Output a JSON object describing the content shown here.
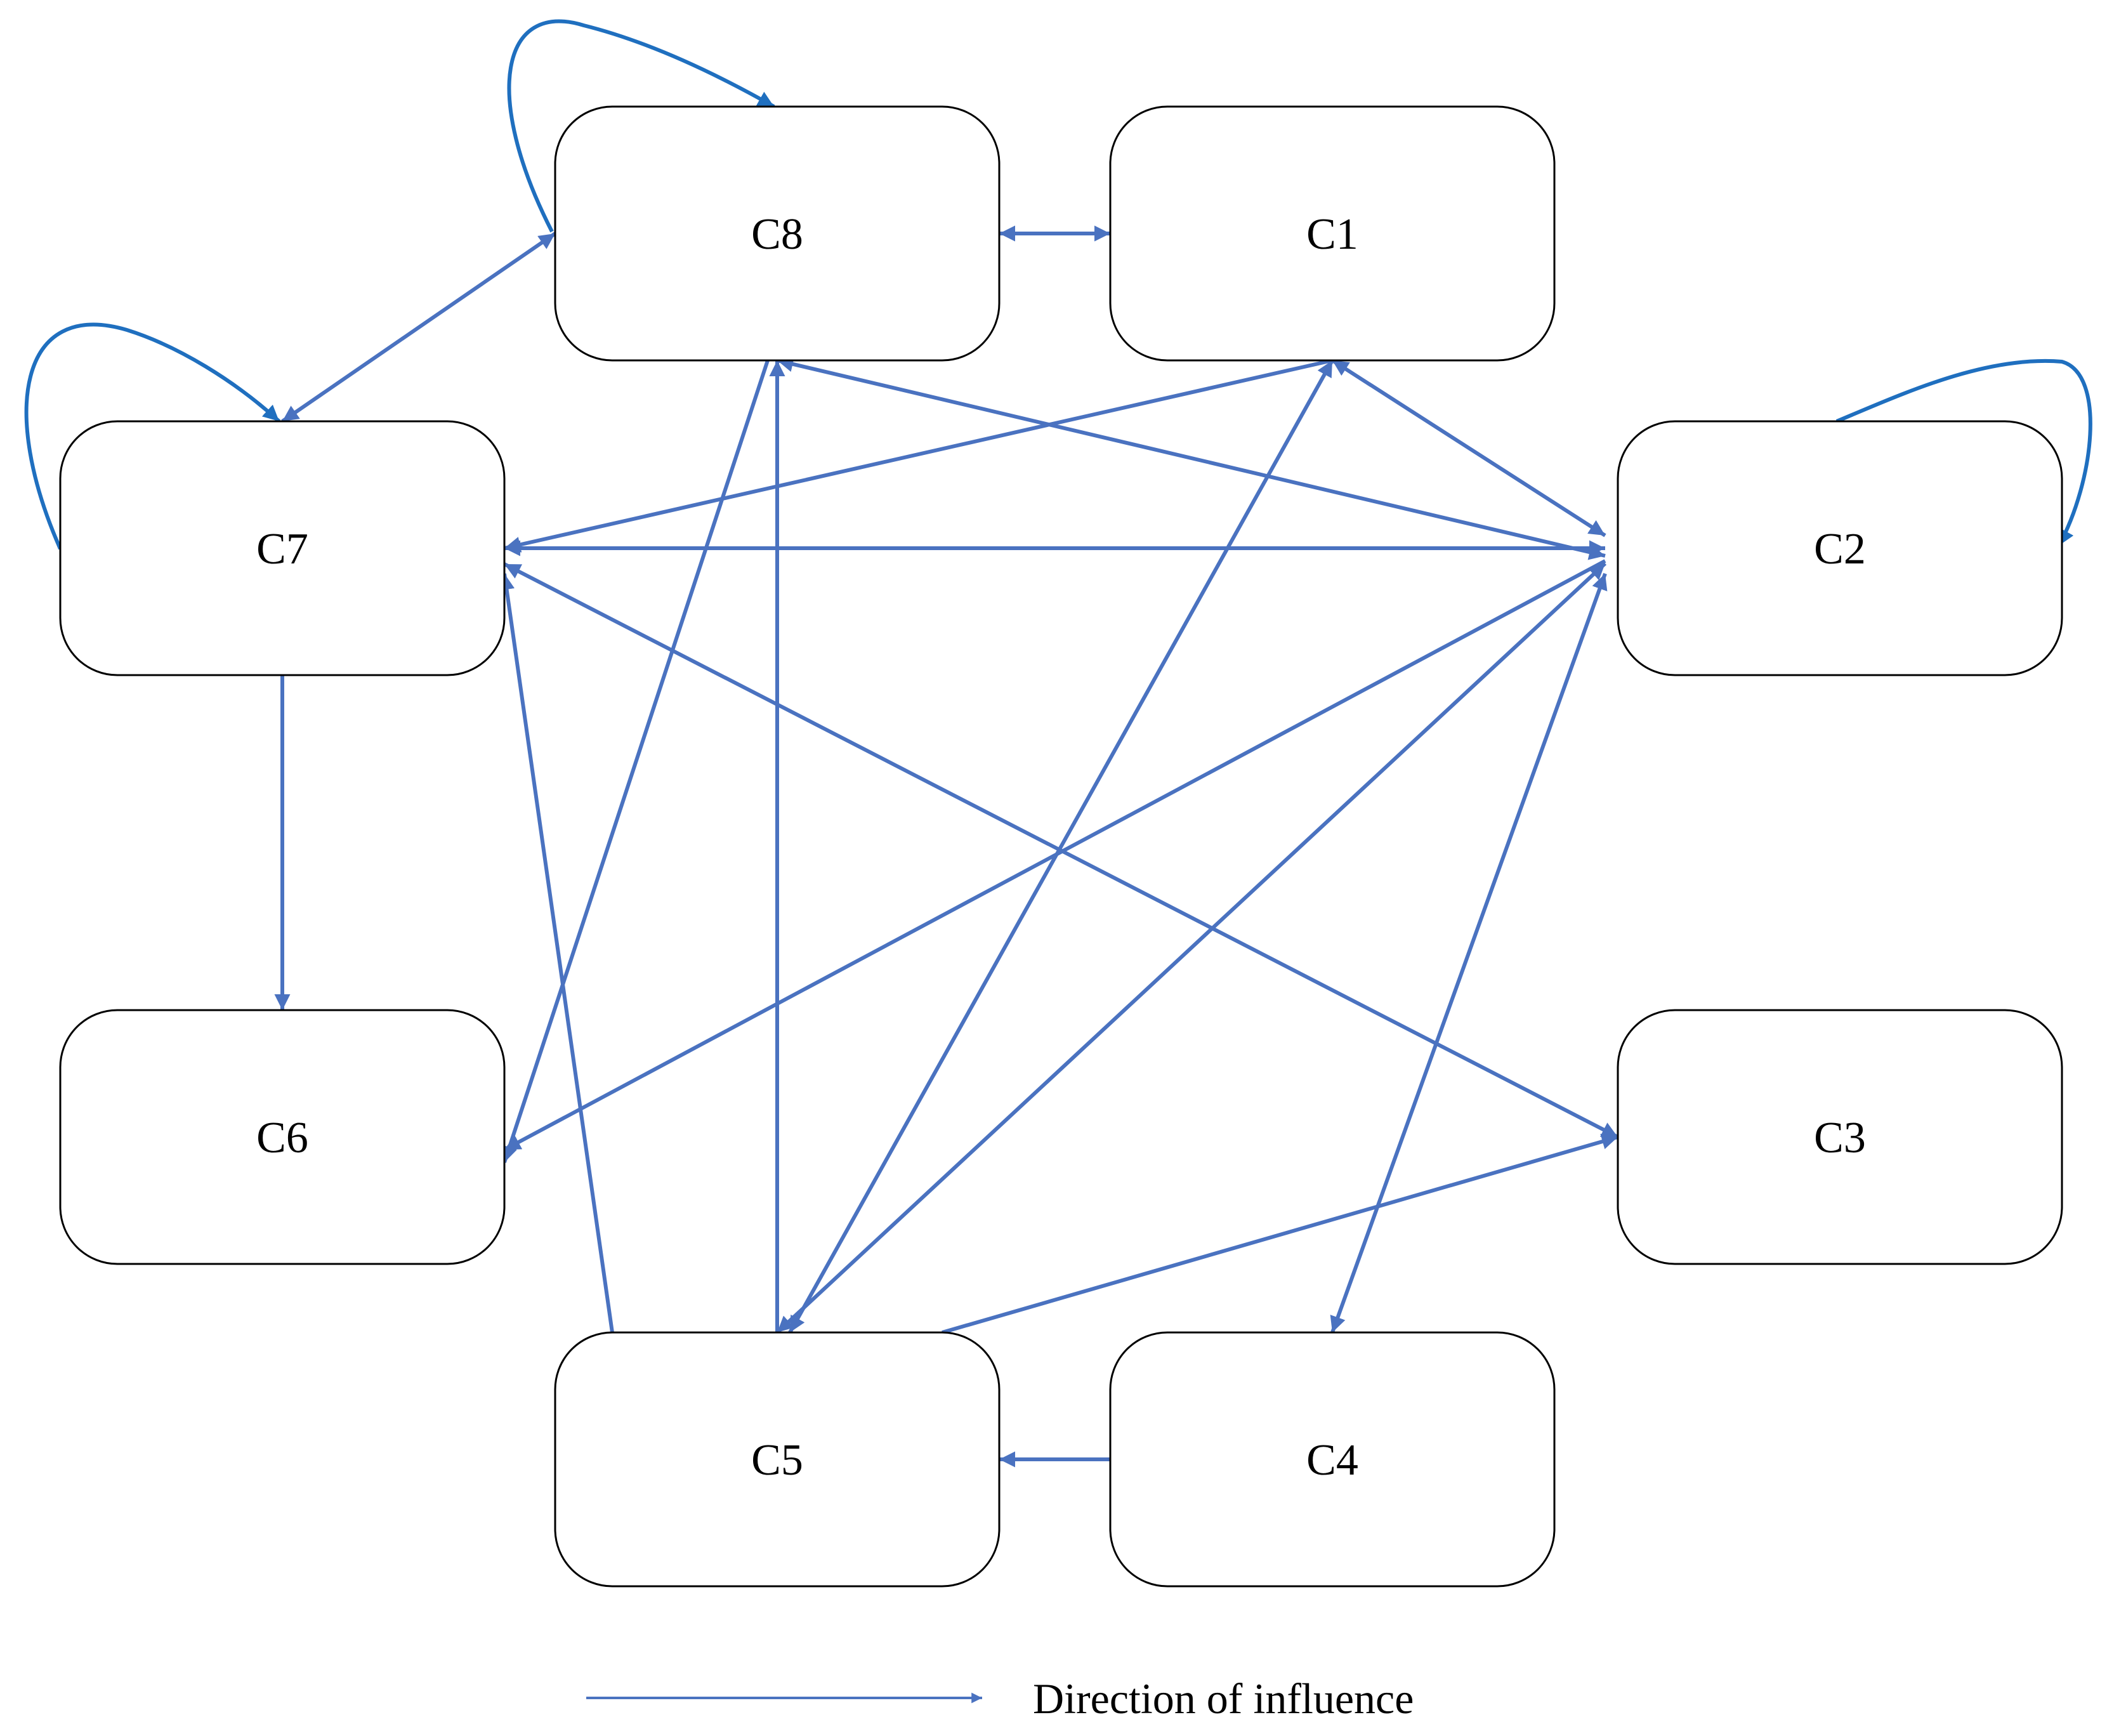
{
  "diagram": {
    "edge_color": "#4a72c0",
    "loop_color": "#1f6fbf",
    "nodes": [
      {
        "id": "C8",
        "label": "C8"
      },
      {
        "id": "C1",
        "label": "C1"
      },
      {
        "id": "C7",
        "label": "C7"
      },
      {
        "id": "C2",
        "label": "C2"
      },
      {
        "id": "C6",
        "label": "C6"
      },
      {
        "id": "C3",
        "label": "C3"
      },
      {
        "id": "C5",
        "label": "C5"
      },
      {
        "id": "C4",
        "label": "C4"
      }
    ],
    "edges": [
      {
        "from": "C8",
        "to": "C1",
        "bidirectional": true
      },
      {
        "from": "C8",
        "to": "C7",
        "bidirectional": true
      },
      {
        "from": "C8",
        "to": "C8",
        "self_loop": true
      },
      {
        "from": "C7",
        "to": "C7",
        "self_loop": true
      },
      {
        "from": "C2",
        "to": "C2",
        "self_loop": true
      },
      {
        "from": "C1",
        "to": "C7"
      },
      {
        "from": "C1",
        "to": "C2",
        "bidirectional": true
      },
      {
        "from": "C2",
        "to": "C8",
        "bidirectional": true
      },
      {
        "from": "C2",
        "to": "C7",
        "bidirectional": true
      },
      {
        "from": "C7",
        "to": "C3",
        "bidirectional": true
      },
      {
        "from": "C7",
        "to": "C6"
      },
      {
        "from": "C2",
        "to": "C6"
      },
      {
        "from": "C2",
        "to": "C5",
        "bidirectional": true
      },
      {
        "from": "C2",
        "to": "C4",
        "bidirectional": true
      },
      {
        "from": "C5",
        "to": "C1",
        "bidirectional": true
      },
      {
        "from": "C5",
        "to": "C8"
      },
      {
        "from": "C5",
        "to": "C7"
      },
      {
        "from": "C5",
        "to": "C3"
      },
      {
        "from": "C8",
        "to": "C6"
      },
      {
        "from": "C4",
        "to": "C5"
      }
    ],
    "legend": {
      "label": "Direction of influence"
    }
  }
}
